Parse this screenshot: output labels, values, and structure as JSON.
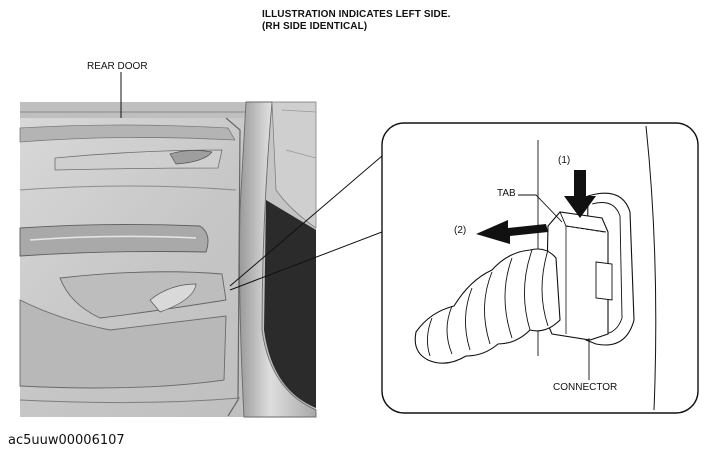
{
  "header": {
    "line1": "ILLUSTRATION INDICATES LEFT SIDE.",
    "line2": "(RH SIDE IDENTICAL)"
  },
  "labels": {
    "rear_door": "REAR DOOR",
    "tab": "TAB",
    "step1": "(1)",
    "step2": "(2)",
    "connector": "CONNECTOR"
  },
  "figure_id": "ac5uuw00006107"
}
